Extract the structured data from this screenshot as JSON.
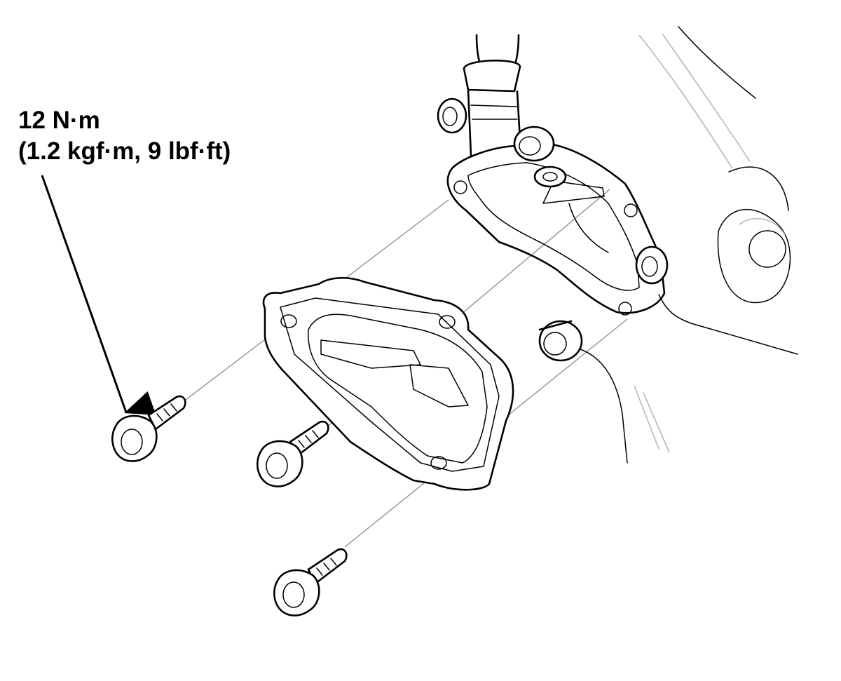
{
  "callout": {
    "torque_nm": "12 N·m",
    "torque_alt": "(1.2 kgf·m, 9 lbf·ft)"
  },
  "parts": [
    {
      "name": "flange-bolt",
      "count": 3
    },
    {
      "name": "cover-plate",
      "count": 1
    }
  ],
  "colors": {
    "line": "#000000",
    "guide": "#9a9a9a",
    "background": "#ffffff"
  }
}
